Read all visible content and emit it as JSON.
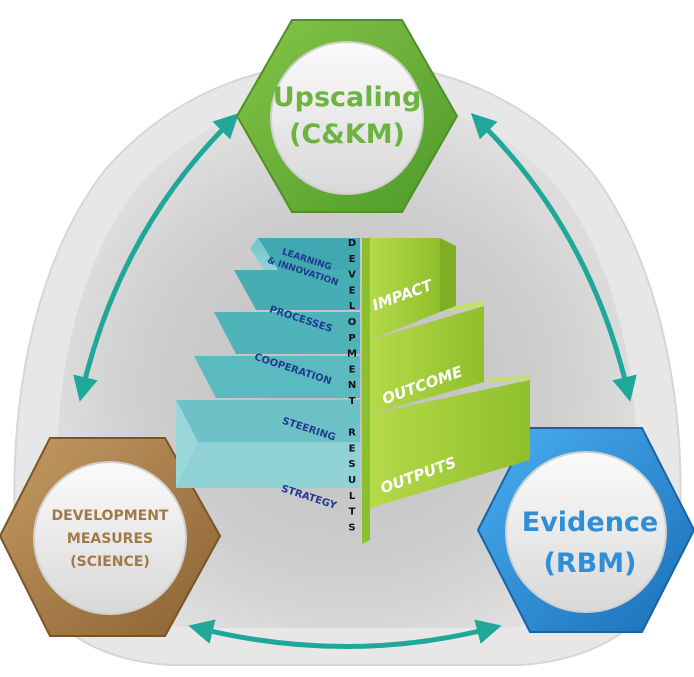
{
  "nodes": {
    "top": {
      "line1": "Upscaling",
      "line2": "(C&KM)"
    },
    "left": {
      "line1": "DEVELOPMENT",
      "line2": "MEASURES",
      "line3": "(SCIENCE)"
    },
    "right": {
      "line1": "Evidence",
      "line2": "(RBM)"
    }
  },
  "stairs": {
    "steps": [
      "LEARNING",
      "& INNOVATION",
      "PROCESSES",
      "COOPERATION",
      "STEERING",
      "STRATEGY"
    ],
    "results": [
      "IMPACT",
      "OUTCOME",
      "OUTPUTS"
    ],
    "vertical_text": "DEVELOPMENT RESULTS"
  },
  "colors": {
    "green": "#6db33f",
    "brown": "#a27a47",
    "blue": "#2f8fd6",
    "teal": "#1fa79a",
    "steps": "#5fc0c6",
    "results": "#a4cc3a"
  }
}
